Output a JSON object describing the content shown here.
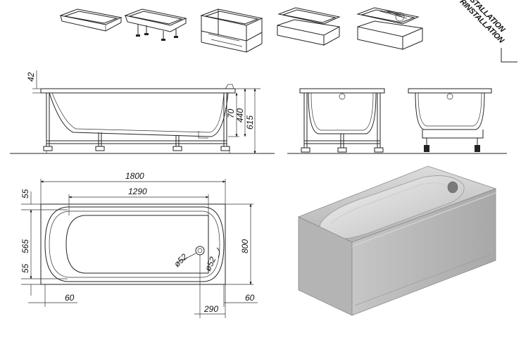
{
  "corner_labels": {
    "line1": "STALLATION",
    "line2": "RINSTALLATION"
  },
  "side_view": {
    "dim_rim": "42",
    "dim_depth_low": "70",
    "dim_depth": "440",
    "dim_total_height": "615"
  },
  "plan_view": {
    "dim_length": "1800",
    "dim_inner_length": "1290",
    "dim_top_margin": "55",
    "dim_inner_width": "565",
    "dim_bottom_margin": "55",
    "dim_width": "800",
    "dim_left_offset": "60",
    "dim_right_offset": "60",
    "dim_drain_offset": "290",
    "dim_drain": "ø52",
    "dim_overflow": "ø52"
  },
  "colors": {
    "line": "#222222",
    "render_light": "#d9d9d9",
    "render_mid": "#bdbdbd",
    "render_dark": "#9a9a9a"
  }
}
